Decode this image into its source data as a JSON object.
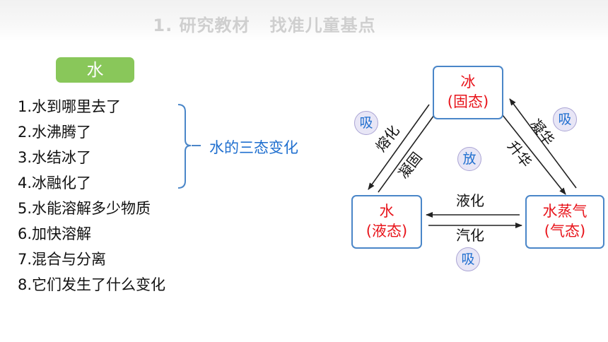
{
  "header": {
    "title": "1. 研究教材   找准儿童基点"
  },
  "topic_badge": "水",
  "lessons": [
    "1.水到哪里去了",
    "2.水沸腾了",
    "3.水结冰了",
    "4.冰融化了",
    "5.水能溶解多少物质",
    "6.加快溶解",
    "7.混合与分离",
    "8.它们发生了什么变化"
  ],
  "group_label": "水的三态变化",
  "states": {
    "ice": {
      "name": "冰",
      "phase": "(固态)"
    },
    "water": {
      "name": "水",
      "phase": "(液态)"
    },
    "vapor": {
      "name": "水蒸气",
      "phase": "(气态)"
    }
  },
  "processes": {
    "melting": "熔化",
    "freezing": "凝固",
    "deposition": "凝华",
    "sublimation": "升华",
    "liquefaction": "液化",
    "vaporization": "汽化"
  },
  "heat": {
    "absorb_melting": "吸",
    "absorb_sublimation": "吸",
    "release_center": "放",
    "absorb_vaporization": "吸"
  },
  "colors": {
    "badge_green": "#89c75a",
    "state_red": "#e8141b",
    "accent_blue": "#1f6fcf",
    "box_border": "#4a86c8",
    "circle_fill": "#e8e6f6"
  }
}
